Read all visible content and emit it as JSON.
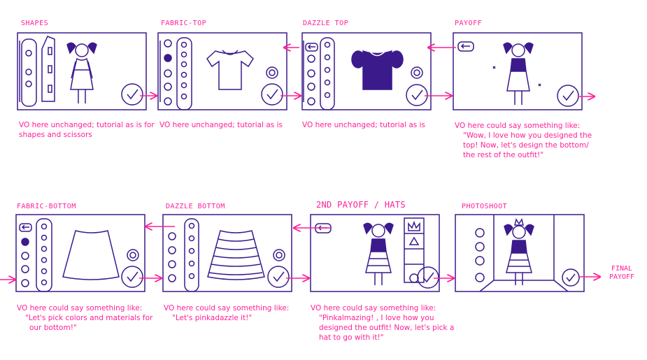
{
  "titles": {
    "shapes": "SHAPES",
    "fabric_top": "FABRIC-TOP",
    "dazzle_top": "DAZZLE TOP",
    "payoff": "PAYOFF",
    "fabric_bottom": "FABRIC-BOTTOM",
    "dazzle_bottom": "DAZZLE BOTTOM",
    "payoff2": "2ND PAYOFF / HATS",
    "photoshoot": "PHOTOSHOOT"
  },
  "captions": {
    "shapes": [
      "VO here unchanged; tutorial as is for",
      "shapes and scissors"
    ],
    "fabric_top": [
      "VO here unchanged; tutorial as is"
    ],
    "dazzle_top": [
      "VO here unchanged; tutorial as is"
    ],
    "payoff": [
      "VO here could say something like:",
      "\"Wow, I love how you designed the",
      "top! Now, let's design the bottom/",
      "the rest of the outfit!\""
    ],
    "fabric_bottom": [
      "VO here could say something like:",
      "\"Let's pick colors and materials for",
      "our bottom!\""
    ],
    "dazzle_bottom": [
      "VO here could say something like:",
      "\"Let's pinkadazzle it!\""
    ],
    "payoff2": [
      "VO here could say something like:",
      "\"Pinkalmazing! , I love how you",
      "designed the outfit! Now, let's pick a",
      "hat to go with it!\""
    ]
  },
  "final_label": [
    "FINAL",
    "PAYOFF"
  ],
  "colors": {
    "ink": "#3b1a8c",
    "accent": "#ff1f97",
    "fill": "#3b1a8c"
  },
  "icons": {
    "check": "check-circle-icon",
    "back": "back-arrow-icon",
    "camera": "camera-icon",
    "crown": "crown-icon"
  }
}
